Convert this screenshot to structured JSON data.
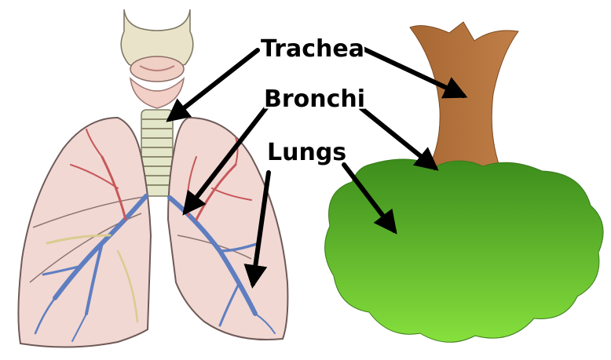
{
  "labels": {
    "trachea": "Trachea",
    "bronchi": "Bronchi",
    "lungs": "Lungs"
  },
  "colors": {
    "lung_fill": "#f1d8d3",
    "lung_outline": "#6e5a58",
    "trachea_ring": "#e3e6c8",
    "thyroid": "#e9e4c9",
    "airway_blue": "#5f7ec0",
    "airway_red": "#c7585a",
    "airway_yellow": "#d9cc8f",
    "tree_trunk": "#b1713c",
    "tree_crown_top": "#3c8c1c",
    "tree_crown_bottom": "#86e03d",
    "arrow": "#000000"
  }
}
